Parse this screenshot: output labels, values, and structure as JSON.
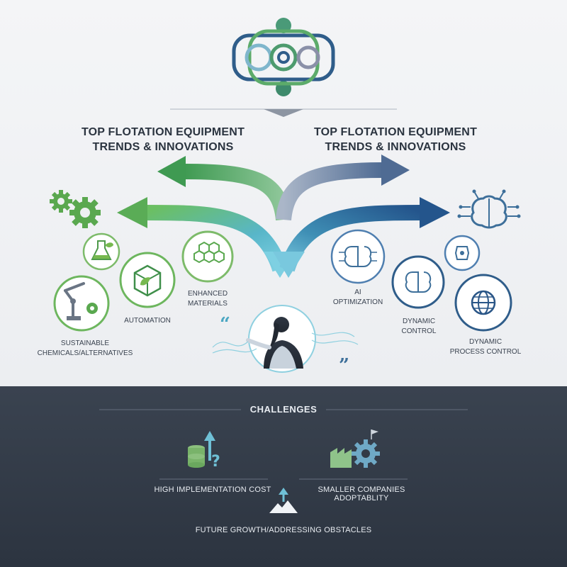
{
  "titles": {
    "left": "TOP FLOTATION EQUIPMENT\nTRENDS & INNOVATIONS",
    "right": "TOP FLOTATION EQUIPMENT\nTRENDS & INNOVATIONS"
  },
  "left_items": {
    "sustainable": "SUSTAINABLE\nCHEMICALS/ALTERNATIVES",
    "automation": "AUTOMATION",
    "materials": "ENHANCED\nMATERIALS"
  },
  "right_items": {
    "ai": "AI\nOPTIMIZATION",
    "dynamic": "DYNAMIC\nCONTROL",
    "process": "DYNAMIC\nPROCESS CONTROL"
  },
  "challenges": {
    "heading": "CHALLENGES",
    "cost": "HIGH IMPLEMENTATION COST",
    "small": "SMALLER COMPANIES ADOPTABLITY",
    "future": "FUTURE GROWTH/ADDRESSING OBSTACLES"
  },
  "colors": {
    "green": "#5da55a",
    "teal": "#4aa6c2",
    "navy": "#2f5a8c",
    "dark_bg": "#323a46"
  },
  "icons": [
    "logo-rings-icon",
    "gear-icon",
    "flask-leaf-icon",
    "robot-arm-icon",
    "leaf-box-icon",
    "hexagon-grid-icon",
    "brain-circuit-icon",
    "globe-icon",
    "person-silhouette-icon",
    "database-question-icon",
    "factory-gear-icon",
    "growth-arrow-icon"
  ]
}
